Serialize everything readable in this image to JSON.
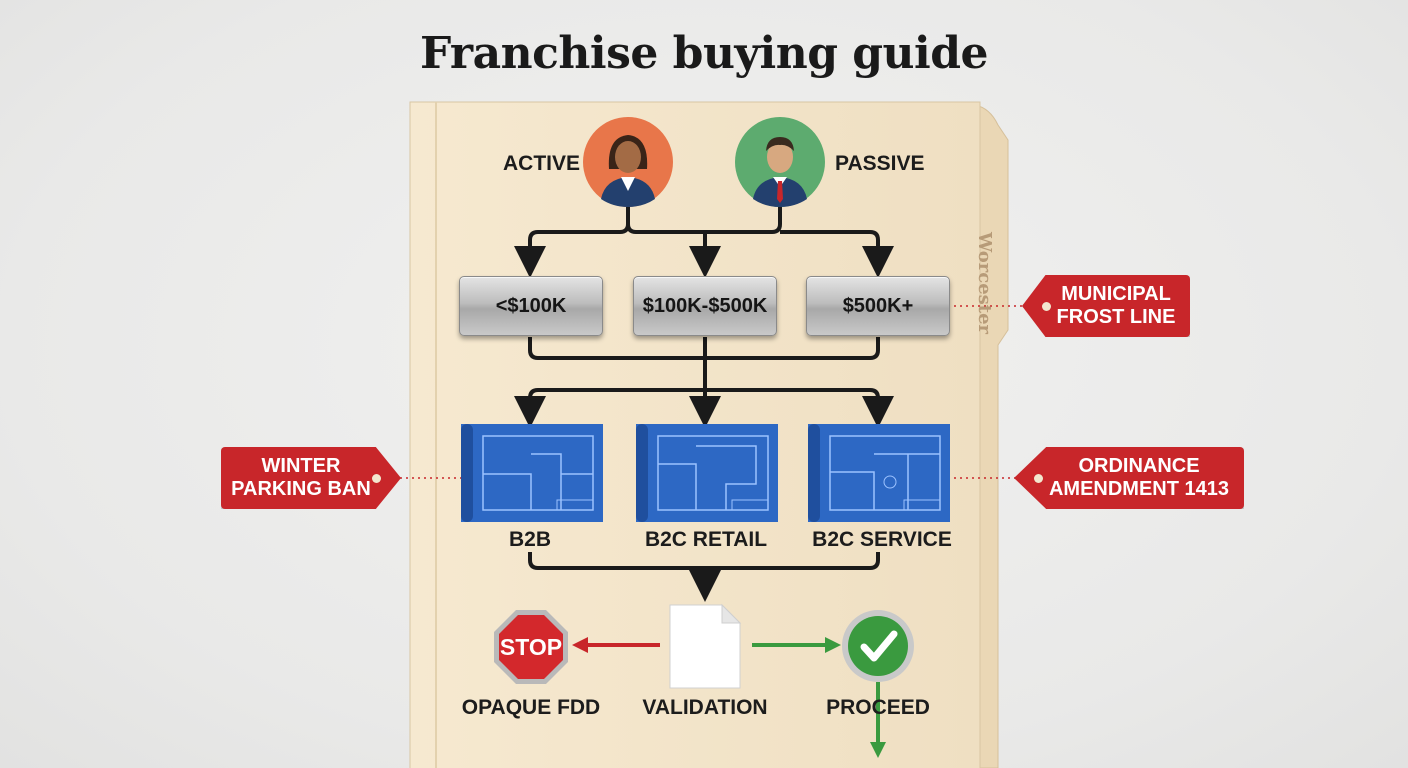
{
  "title": "Franchise buying guide",
  "folder_tab_label": "Worcester",
  "investor_types": [
    {
      "label": "ACTIVE",
      "icon": "female-investor-avatar-icon",
      "color": "#e8764a"
    },
    {
      "label": "PASSIVE",
      "icon": "male-investor-avatar-icon",
      "color": "#5dab6f"
    }
  ],
  "price_tiers": [
    "<$100K",
    "$100K-$500K",
    "$500K+"
  ],
  "business_types": [
    "B2B",
    "B2C RETAIL",
    "B2C SERVICE"
  ],
  "outcomes": {
    "stop": {
      "sign": "STOP",
      "label": "OPAQUE FDD"
    },
    "validation": {
      "label": "VALIDATION"
    },
    "proceed": {
      "label": "PROCEED"
    }
  },
  "tags": {
    "winter_parking_ban": "WINTER PARKING BAN",
    "municipal_frost_line": "MUNICIPAL FROST LINE",
    "ordinance_amendment": "ORDINANCE AMENDMENT 1413"
  },
  "colors": {
    "tag_red": "#c8262a",
    "folder": "#f3e4c8",
    "blueprint": "#2d68c4",
    "stop_red": "#d3282c",
    "proceed_green": "#3a9a3f"
  }
}
